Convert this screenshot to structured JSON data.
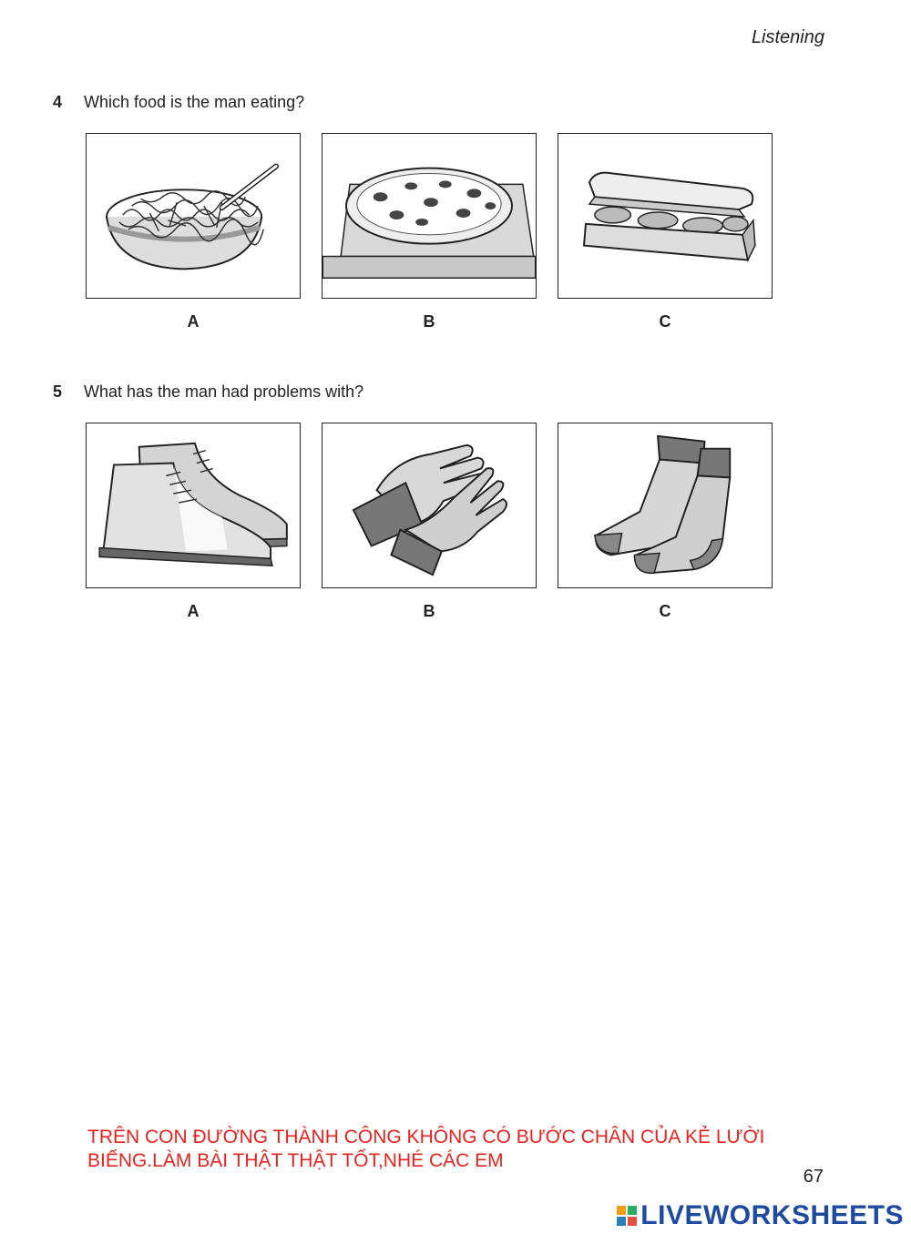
{
  "header": {
    "section": "Listening"
  },
  "questions": [
    {
      "number": "4",
      "text": "Which food is the man eating?",
      "options": [
        {
          "letter": "A",
          "icon": "spaghetti-bowl-icon"
        },
        {
          "letter": "B",
          "icon": "pizza-icon"
        },
        {
          "letter": "C",
          "icon": "sandwich-icon"
        }
      ]
    },
    {
      "number": "5",
      "text": "What has the man had problems with?",
      "options": [
        {
          "letter": "A",
          "icon": "boots-icon"
        },
        {
          "letter": "B",
          "icon": "gloves-icon"
        },
        {
          "letter": "C",
          "icon": "socks-icon"
        }
      ]
    }
  ],
  "footer": {
    "message_line1": "TRÊN CON ĐƯỜNG THÀNH CÔNG KHÔNG CÓ BƯỚC CHÂN CỦA KẺ LƯỜI",
    "message_line2": "BIẾNG.LÀM BÀI THẬT THẬT TỐT,NHÉ CÁC EM",
    "page_number": "67",
    "logo_text": "LIVEWORKSHEETS"
  },
  "colors": {
    "message": "#e8231f",
    "logo": "#1e4aa0",
    "logo_mark": [
      "#f39c12",
      "#27ae60",
      "#2980b9",
      "#e74c3c"
    ]
  }
}
